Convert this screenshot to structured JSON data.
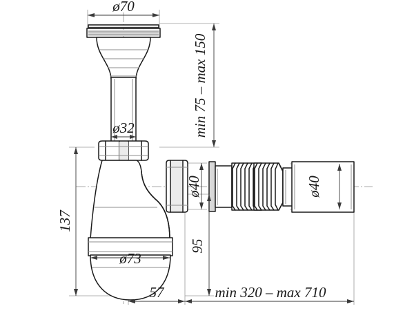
{
  "drawing": {
    "title": "Bottle trap with corrugated outlet pipe - dimensioned technical drawing",
    "units": "mm",
    "background_color": "#ffffff",
    "line_color": "#1a1a1a",
    "dimension_color": "#3a3a3a"
  },
  "dimensions": {
    "flange_diameter": "ø70",
    "inlet_tube_diameter": "ø32",
    "bowl_diameter": "ø73",
    "outlet_nut_diameter": "ø40",
    "hose_end_diameter": "ø40",
    "bowl_height": "137",
    "inlet_height_range": "min 75 – max 150",
    "outlet_height": "95",
    "bowl_offset": "57",
    "hose_length_range": "min 320 – max 710"
  },
  "labels": [
    {
      "id": "d70",
      "text": "ø70",
      "orientation": "horizontal"
    },
    {
      "id": "d32",
      "text": "ø32",
      "orientation": "horizontal"
    },
    {
      "id": "d73",
      "text": "ø73",
      "orientation": "horizontal"
    },
    {
      "id": "d40a",
      "text": "ø40",
      "orientation": "vertical"
    },
    {
      "id": "d40b",
      "text": "ø40",
      "orientation": "vertical"
    },
    {
      "id": "h137",
      "text": "137",
      "orientation": "vertical"
    },
    {
      "id": "h75150",
      "text": "min 75 – max 150",
      "orientation": "vertical"
    },
    {
      "id": "h95",
      "text": "95",
      "orientation": "vertical"
    },
    {
      "id": "w57",
      "text": "57",
      "orientation": "horizontal"
    },
    {
      "id": "w320710",
      "text": "min 320 – max 710",
      "orientation": "horizontal"
    }
  ]
}
